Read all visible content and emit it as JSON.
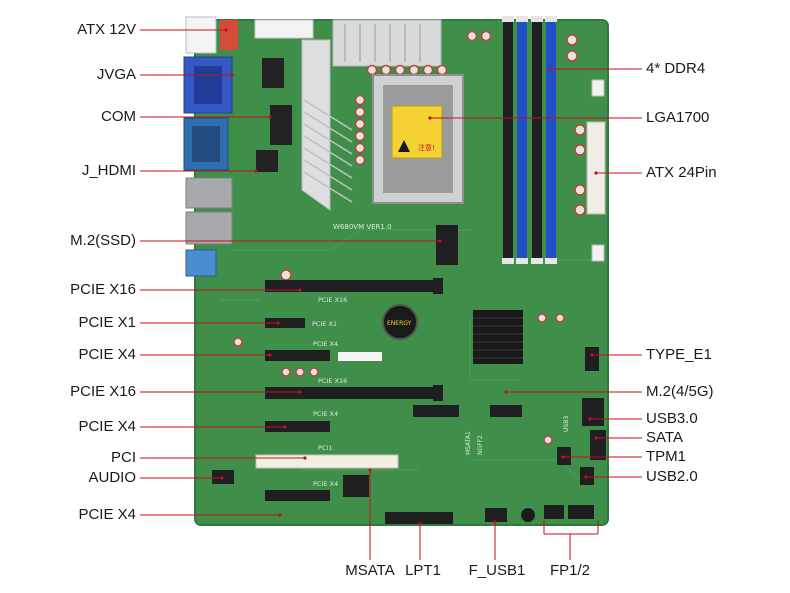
{
  "left_labels": [
    "ATX 12V",
    "JVGA",
    "COM",
    "J_HDMI",
    "M.2(SSD)",
    "PCIE X16",
    "PCIE X1",
    "PCIE X4",
    "PCIE X16",
    "PCIE X4",
    "PCI",
    "AUDIO",
    "PCIE X4"
  ],
  "right_labels": [
    "4* DDR4",
    "LGA1700",
    "ATX 24Pin",
    "TYPE_E1",
    "M.2(4/5G)",
    "USB3.0",
    "SATA",
    "TPM1",
    "USB2.0"
  ],
  "bottom_labels": [
    "MSATA",
    "LPT1",
    "F_USB1",
    "FP1/2"
  ],
  "board_text": {
    "cpu_warning": "注意!",
    "board_name": "W680VM VER1.0",
    "slot_pcie_x16": "PCIE X16",
    "slot_pcie_x1": "PCIE X1",
    "slot_pcie_x4": "PCIE X4",
    "slot_pci": "PCI1",
    "silk_msata": "MSATA1",
    "silk_ngff": "NGFF2",
    "silk_usb": "USB3",
    "battery_brand": "ENERGY"
  },
  "colors": {
    "pcb": "#3f8f4b",
    "pcb_dark": "#2f7a3c",
    "dimm_black": "#1f1f22",
    "dimm_blue": "#1f4fc9",
    "leader": "#c0121c",
    "heatsink": "#d9dadc",
    "pci_slot": "#f3efe2",
    "vga_blue": "#3558c4"
  }
}
